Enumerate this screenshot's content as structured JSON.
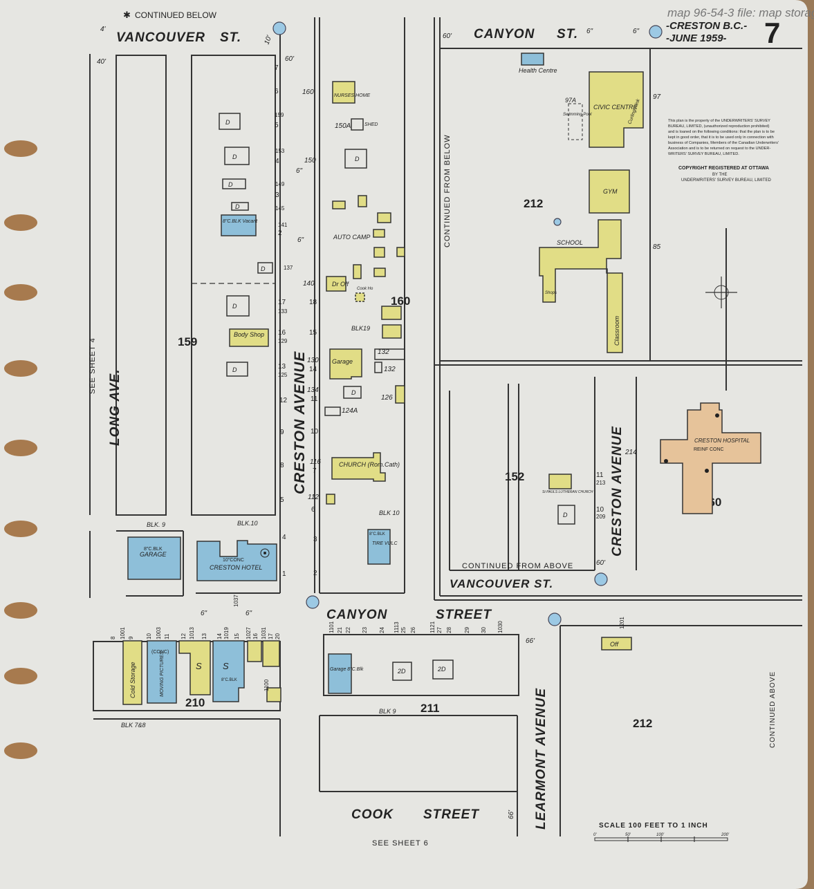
{
  "title": {
    "town": "-CRESTON B.C.-",
    "date": "-JUNE 1959-",
    "sheet": "7",
    "handwritten": "map 96-54-3 file: map storage"
  },
  "notes": {
    "continued_below_top": "CONTINUED BELOW",
    "continued_from_below": "CONTINUED FROM BELOW",
    "continued_from_above": "CONTINUED FROM ABOVE",
    "continued_above": "CONTINUED ABOVE",
    "see_sheet_4": "SEE SHEET 4",
    "see_sheet_6": "SEE SHEET 6",
    "ownership": [
      "This plan is the property of the UNDERWRITERS' SURVEY",
      "BUREAU, LIMITED, (unauthorized reproduction prohibited)",
      "and is loaned on the following conditions: that the plan is to be",
      "kept in good order, that it is to be used only in connection with",
      "business of Companies, Members of the Canadian Underwriters'",
      "Association and is to be returned on request to the UNDER-",
      "WRITERS' SURVEY BUREAU, LIMITED."
    ],
    "copyright": [
      "COPYRIGHT REGISTERED AT OTTAWA",
      "BY THE",
      "UNDERWRITERS' SURVEY BUREAU, LIMITED"
    ]
  },
  "streets": {
    "vancouver_top": "VANCOUVER",
    "st_top": "ST.",
    "canyon_top": "CANYON",
    "st_canyon": "ST.",
    "long_ave": "LONG AVE.",
    "creston_ave": "CRESTON AVENUE",
    "creston_ave_right": "CRESTON AVENUE",
    "vancouver_bottom": "VANCOUVER ST.",
    "canyon_bottom": "CANYON",
    "street_bottom": "STREET",
    "learmont": "LEARMONT AVENUE",
    "cook": "COOK",
    "cook_street": "STREET"
  },
  "blocks": {
    "b159": "159",
    "b160": "160",
    "b212": "212",
    "b152": "152",
    "b160r": "160",
    "b210": "210",
    "b211": "211",
    "b212b": "212",
    "blk9": "BLK. 9",
    "blk10": "BLK.10",
    "blk10b": "BLK 10",
    "blk19": "BLK19",
    "blk78": "BLK 7&8",
    "blk9b": "BLK 9"
  },
  "buildings": {
    "health": "Health Centre",
    "civic": "CIVIC CENTRE",
    "curling": "Curling Rink",
    "pool": "Swimming Pool",
    "pool_no": "97A",
    "gym": "GYM",
    "school": "SCHOOL",
    "shops": "Shops",
    "classroom": "Classroom",
    "hospital": "CRESTON HOSPITAL",
    "hospital_const": "REINF CONC",
    "church_luth": "St PAULS LUTHERAN CHURCH",
    "nurses": "NURSES HOME",
    "shed": "SHED",
    "auto_camp": "AUTO CAMP",
    "dr_off": "Dr Off",
    "cook_ho": "Cook Ho",
    "garage_mid": "Garage",
    "church_rc": "CHURCH (Rom.Cath)",
    "tire": "TIRE VULC",
    "tire_const": "8\"C.BLK",
    "hotel": "CRESTON HOTEL",
    "hotel_const": "10\"CONC",
    "garage_left": "GARAGE",
    "garage_left_const": "8\"C.BLK",
    "body": "Body Shop",
    "vacant": "8\"C.BLK Vacant",
    "cold": "Cold Storage",
    "movies": "MOVING PICTURES",
    "movies_const": "(CONC)",
    "s_store": "S",
    "s_cblk": "8\"C.BLK",
    "garage_b": "Garage 8\"C.Blk",
    "off": "Off",
    "d": "D",
    "d2": "2D"
  },
  "addresses": {
    "left": [
      "7",
      "6",
      "5",
      "159",
      "4",
      "153",
      "3",
      "149",
      "145",
      "2",
      "141",
      "137",
      "17",
      "133",
      "16",
      "129",
      "13",
      "125",
      "12",
      "9",
      "8",
      "5",
      "4",
      "1"
    ],
    "mid": [
      "160",
      "150",
      "150A",
      "140",
      "18",
      "15",
      "130",
      "14",
      "134",
      "11",
      "10",
      "116",
      "7",
      "112",
      "6",
      "3",
      "2",
      "132",
      "132",
      "126",
      "124A"
    ],
    "right": [
      "97",
      "85",
      "214",
      "11",
      "213",
      "10",
      "209",
      "1201"
    ],
    "bottom": [
      "8",
      "1001",
      "9",
      "10",
      "1003",
      "11",
      "12",
      "1013",
      "13",
      "14",
      "1019",
      "15",
      "1027",
      "16",
      "1031",
      "17",
      "20",
      "1101",
      "21",
      "22",
      "23",
      "24",
      "1113",
      "25",
      "26",
      "1121",
      "27",
      "28",
      "29",
      "30",
      "1030",
      "1037",
      "1100"
    ]
  },
  "dims": {
    "d40": "40'",
    "d60": "60'",
    "d66": "66'",
    "d10": "10'",
    "d6": "6\"",
    "d4": "4'"
  },
  "scale": {
    "label": "SCALE 100 FEET TO 1 INCH",
    "ticks": [
      "0'",
      "50'",
      "100'",
      "200'"
    ]
  },
  "colors": {
    "paper": "#e6e6e2",
    "brick": "#e1dd86",
    "concrete": "#8ebfd9",
    "fireproof": "#e6c39a",
    "hydrant": "#9cc9e4"
  }
}
